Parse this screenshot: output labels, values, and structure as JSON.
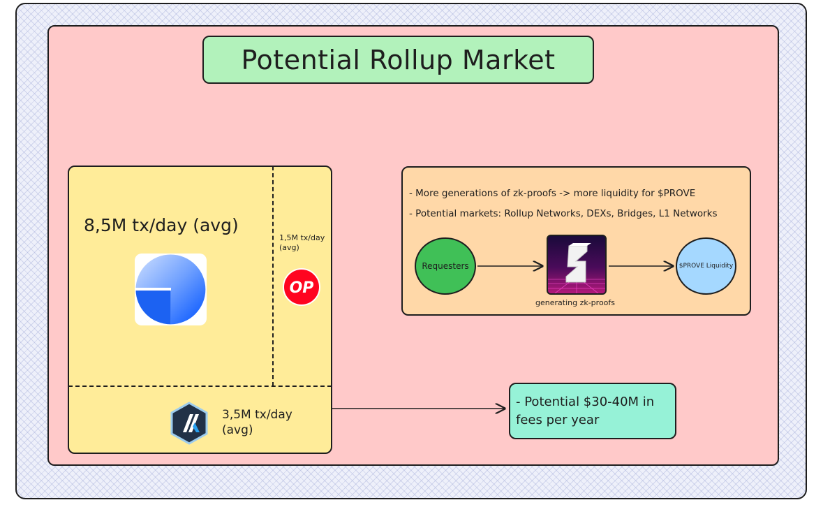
{
  "title": "Potential Rollup Market",
  "rollups": {
    "base": {
      "label": "8,5M tx/day (avg)",
      "icon": "base-logo-icon"
    },
    "optimism": {
      "label": "1,5M tx/day (avg)",
      "icon": "optimism-logo-icon",
      "logo_text": "OP"
    },
    "arbitrum": {
      "label": "3,5M tx/day (avg)",
      "icon": "arbitrum-logo-icon"
    }
  },
  "info": {
    "bullets": [
      "- More generations of zk-proofs -> more liquidity for $PROVE",
      "- Potential markets: Rollup Networks, DEXs, Bridges, L1 Networks"
    ],
    "flow": {
      "requesters": "Requesters",
      "middle_caption": "generating zk-proofs",
      "liquidity": "$PROVE Liquidity"
    }
  },
  "fees": "- Potential $30-40M in fees per year",
  "colors": {
    "background_panel": "#ffc9c9",
    "title_box": "#b2f2bb",
    "rollup_panel": "#ffec99",
    "info_panel": "#ffd8a8",
    "requesters_circle": "#40c057",
    "liquidity_circle": "#a5d8ff",
    "fees_box": "#96f2d7",
    "optimism_red": "#ff0420",
    "base_blue": "#0052ff"
  }
}
